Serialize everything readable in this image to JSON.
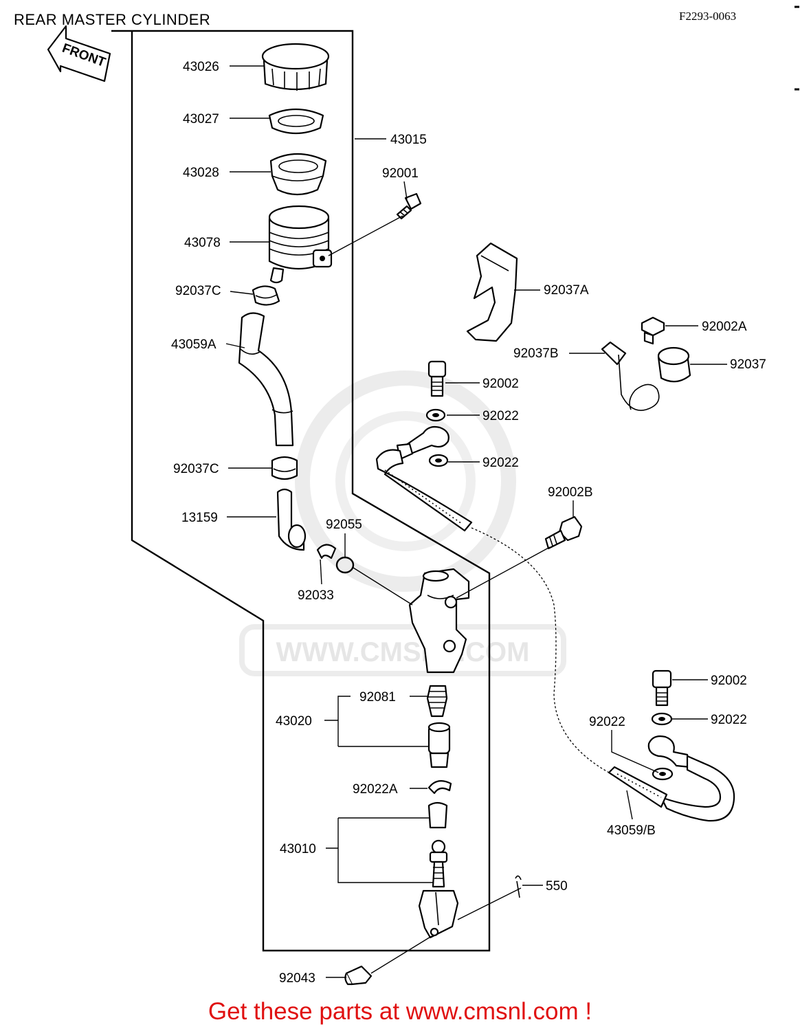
{
  "title": "REAR MASTER CYLINDER",
  "diagram_code": "F2293-0063",
  "front_arrow_text": "FRONT",
  "footer": "Get these parts at www.cmsnl.com !",
  "watermark": "WWW.CMSNL.COM",
  "colors": {
    "footer": "#e01010",
    "watermark": "#e6e6e6",
    "ink": "#000000"
  },
  "labels": {
    "p43026": "43026",
    "p43027": "43027",
    "p43015": "43015",
    "p43028": "43028",
    "p92001": "92001",
    "p43078": "43078",
    "p92037C_a": "92037C",
    "p92037A": "92037A",
    "p92002A": "92002A",
    "p43059A": "43059A",
    "p92037B": "92037B",
    "p92037": "92037",
    "p92002_a": "92002",
    "p92022_a": "92022",
    "p92022_b": "92022",
    "p92037C_b": "92037C",
    "p92002B": "92002B",
    "p13159": "13159",
    "p92055": "92055",
    "p92033": "92033",
    "p92002_b": "92002",
    "p92081": "92081",
    "p43020": "43020",
    "p92022_c": "92022",
    "p92022_d": "92022",
    "p92022A": "92022A",
    "p43059B": "43059/B",
    "p43010": "43010",
    "p550": "550",
    "p92043": "92043"
  }
}
